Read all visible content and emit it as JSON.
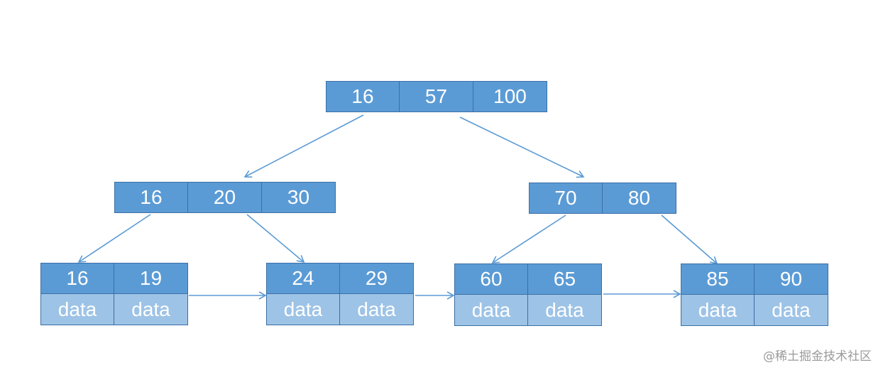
{
  "tree": {
    "root": {
      "keys": [
        "16",
        "57",
        "100"
      ]
    },
    "internal": [
      {
        "keys": [
          "16",
          "20",
          "30"
        ]
      },
      {
        "keys": [
          "70",
          "80"
        ]
      }
    ],
    "leaves": [
      {
        "keys": [
          "16",
          "19"
        ],
        "payload": [
          "data",
          "data"
        ]
      },
      {
        "keys": [
          "24",
          "29"
        ],
        "payload": [
          "data",
          "data"
        ]
      },
      {
        "keys": [
          "60",
          "65"
        ],
        "payload": [
          "data",
          "data"
        ]
      },
      {
        "keys": [
          "85",
          "90"
        ],
        "payload": [
          "data",
          "data"
        ]
      }
    ]
  },
  "colors": {
    "key_fill": "#5b9bd5",
    "data_fill": "#9dc3e6",
    "border": "#3b6fa6",
    "arrow": "#5b9bd5"
  },
  "watermark": "@稀土掘金技术社区"
}
